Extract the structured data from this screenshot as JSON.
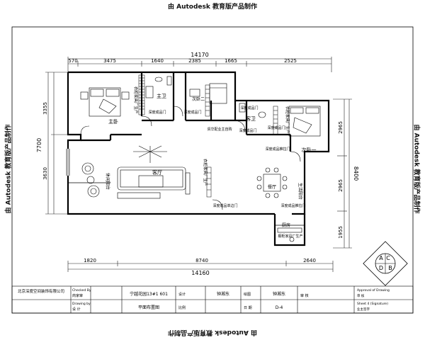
{
  "watermark": "由 Autodesk 教育版产品制作",
  "dims": {
    "top_total": "14170",
    "top_segments": [
      "570",
      "3475",
      "1640",
      "2385",
      "1665",
      "2525"
    ],
    "bottom_segments": [
      "1820",
      "8740",
      "2640"
    ],
    "bottom_total": "14160",
    "left_segments": [
      "3355",
      "3630"
    ],
    "left_total": "7700",
    "right_segments": [
      "2965",
      "2965",
      "1955"
    ],
    "right_total": "8400"
  },
  "rooms": {
    "master": "主卧",
    "master_bath": "主卫",
    "second_bedroom": "次卧二",
    "guest_bath": "客卫",
    "second_bedroom_one": "次卧一",
    "living": "客厅",
    "leisure": "休闲阳台",
    "dining": "餐厅",
    "kitchen": "厨房",
    "balcony": "生活阳台"
  },
  "notes": {
    "wardrobe_1": "衣柜家具厂生产",
    "wardrobe_2": "衣柜家具厂生产",
    "wardrobe_3": "衣柜家具厂生产",
    "cabinet": "橱柜家具厂生产",
    "door_1": "深度成品门",
    "door_2": "深度成品门",
    "door_3": "深度成品门",
    "door_4": "深度成品门",
    "door_5": "深度成品门",
    "door_6": "深度成品推拉门",
    "door_7": "深度成品推拉门",
    "door_entry": "深度成品单边门",
    "vendor": "贸华配业主自购"
  },
  "title_block": {
    "company": "北京深度空间装饰有限公司",
    "checked_label": "Checked By",
    "checked_value": "商家审",
    "drawn_label": "Drawing by",
    "drawn_value": "设 计",
    "project": "宁越花园13#1 601",
    "sheet_name": "平面布置图",
    "design_label": "设计",
    "design_value": "钟湘东",
    "draw_label": "绘图",
    "draw_value": "钟湘东",
    "scale_label": "比例",
    "date_label": "日 期",
    "sheet_no": "D-4",
    "approval": "审 核",
    "fields": [
      "Approval of Drawing",
      "审 核",
      "Sheet 4 (Signature)",
      "业主签字"
    ]
  },
  "logo": [
    "A",
    "B",
    "C",
    "D"
  ]
}
